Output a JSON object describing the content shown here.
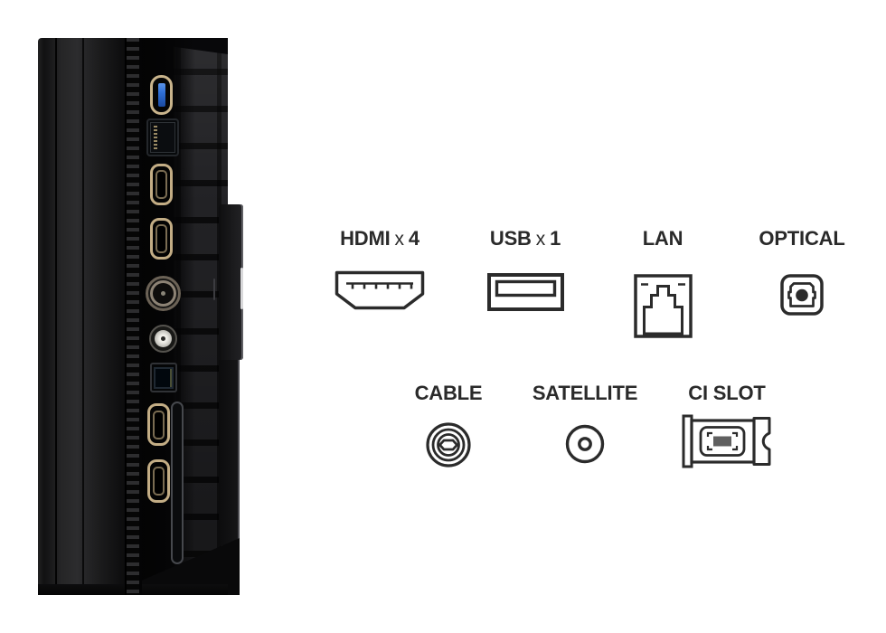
{
  "page": {
    "background": "#ffffff"
  },
  "tv_photo": {
    "ports_top_to_bottom": [
      "usb",
      "lan",
      "hdmi",
      "hdmi",
      "cable-coax",
      "satellite-coax",
      "optical",
      "hdmi",
      "hdmi",
      "ci-slot"
    ],
    "colors": {
      "body": "#121214",
      "port_rim_gold": "#c3ad85",
      "usb_blue": "#2f6fd6"
    }
  },
  "diagram": {
    "text_color": "#2a2a2a",
    "icon_stroke": "#2b2b2b",
    "items": {
      "hdmi": {
        "name": "HDMI",
        "times": "x",
        "count": "4"
      },
      "usb": {
        "name": "USB",
        "times": "x",
        "count": "1"
      },
      "lan": {
        "name": "LAN"
      },
      "optical": {
        "name": "OPTICAL"
      },
      "cable": {
        "name": "CABLE"
      },
      "satellite": {
        "name": "SATELLITE"
      },
      "ci_slot": {
        "name": "CI SLOT"
      }
    }
  }
}
